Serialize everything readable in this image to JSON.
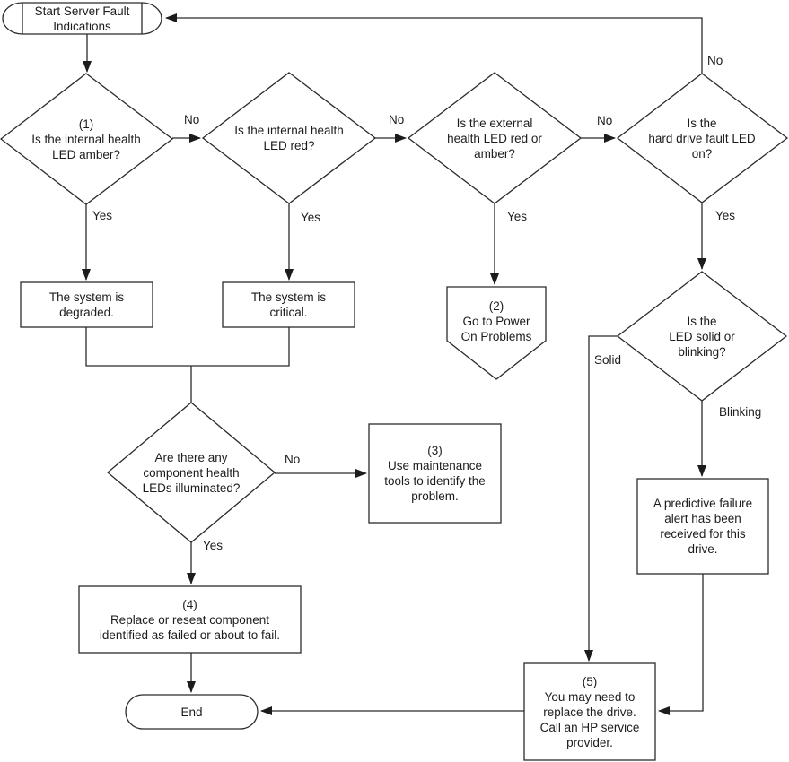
{
  "diagram_title": "Server fault indications flowchart",
  "nodes": {
    "start": "Start Server Fault\nIndications",
    "decision_internal_amber": "(1)\nIs the internal health\nLED amber?",
    "decision_internal_red": "Is the internal health\nLED red?",
    "decision_external_red_amber": "Is the external\nhealth LED red or\namber?",
    "decision_hard_drive_fault": "Is the\nhard drive fault LED\non?",
    "system_degraded": "The system is\ndegraded.",
    "system_critical": "The system is\ncritical.",
    "goto_power_on": "(2)\nGo to Power\nOn Problems",
    "decision_component_leds": "Are there any\ncomponent health\nLEDs illuminated?",
    "use_maintenance_tools": "(3)\nUse maintenance\ntools to identify the\nproblem.",
    "decision_solid_blinking": "Is the\nLED solid or\nblinking?",
    "predictive_failure": "A predictive failure\nalert has been\nreceived for this\ndrive.",
    "replace_reseat": "(4)\nReplace or reseat component\nidentified as failed or about to fail.",
    "end": "End",
    "replace_drive": "(5)\nYou may need to\nreplace the drive.\nCall an HP service\nprovider."
  },
  "edge_labels": {
    "internal_amber_no": "No",
    "internal_amber_yes": "Yes",
    "internal_red_no": "No",
    "internal_red_yes": "Yes",
    "external_no": "No",
    "external_yes": "Yes",
    "hard_drive_no": "No",
    "hard_drive_yes": "Yes",
    "component_no": "No",
    "component_yes": "Yes",
    "solid": "Solid",
    "blinking": "Blinking"
  },
  "colors": {
    "line": "#2b2b2b",
    "text": "#1c1c1c",
    "shape_fill": "#ffffff",
    "background": "#ffffff"
  }
}
